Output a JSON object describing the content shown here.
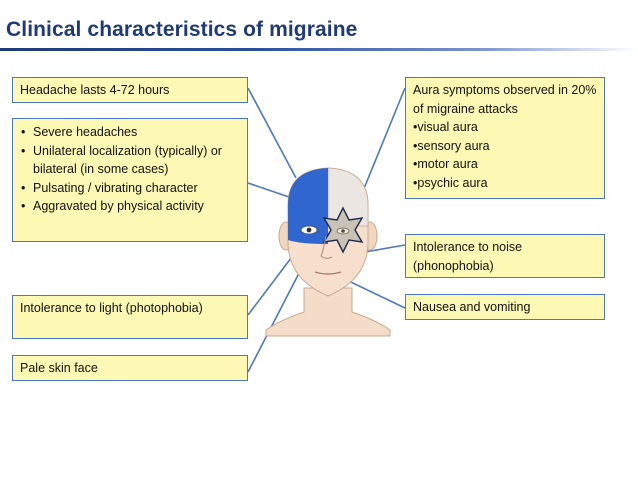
{
  "title": "Clinical characteristics of migraine",
  "left": {
    "duration": "Headache lasts 4-72 hours",
    "bullets": [
      "Severe headaches",
      "Unilateral localization (typically) or bilateral (in some cases)",
      "Pulsating / vibrating character",
      "Aggravated by physical activity"
    ],
    "photophobia": "Intolerance to light (photophobia)",
    "pale": "Pale skin face"
  },
  "right": {
    "aura_heading": "Aura symptoms observed in 20% of migraine attacks",
    "aura_items": [
      "•visual aura",
      "•sensory aura",
      "•motor aura",
      "•psychic aura"
    ],
    "phonophobia": "Intolerance to noise (phonophobia)",
    "nausea": "Nausea and vomiting"
  },
  "colors": {
    "title": "#1f3a78",
    "box_fill": "#fdf9b4",
    "box_border": "#4a78c2",
    "connector": "#4a78c2",
    "head_blue": "#2f66d0"
  }
}
